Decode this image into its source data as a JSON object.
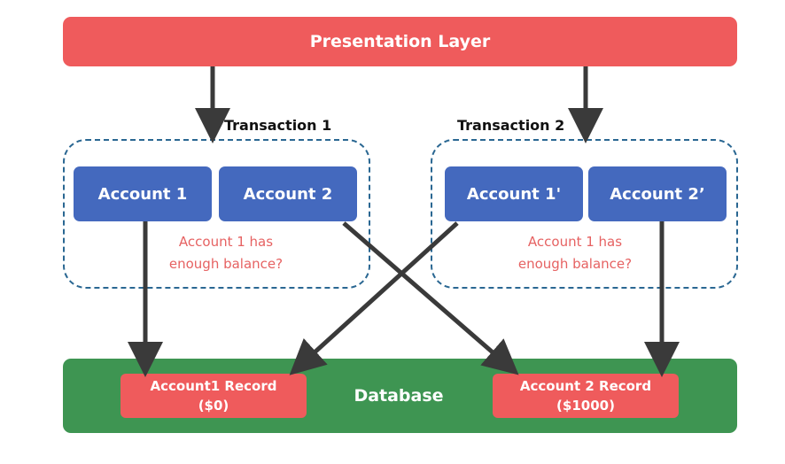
{
  "presentation_layer": {
    "label": "Presentation Layer",
    "color": "#ef5b5c"
  },
  "database": {
    "label": "Database",
    "color": "#3e9552"
  },
  "transactions": [
    {
      "title": "Transaction 1",
      "accounts": [
        "Account 1",
        "Account 2"
      ],
      "note_lines": [
        "Account 1 has",
        "enough balance?"
      ]
    },
    {
      "title": "Transaction 2",
      "accounts": [
        "Account 1'",
        "Account 2’"
      ],
      "note_lines": [
        "Account 1 has",
        "enough balance?"
      ]
    }
  ],
  "records": [
    {
      "name": "Account1 Record",
      "value": "($0)"
    },
    {
      "name": "Account 2 Record",
      "value": "($1000)"
    }
  ],
  "colors": {
    "account": "#4469be",
    "record": "#ef5b5c",
    "note": "#e66262",
    "group_border": "#2a6792",
    "arrow": "#3a3a3a"
  },
  "edges": [
    {
      "from": "presentation-layer",
      "to": "transaction-1"
    },
    {
      "from": "presentation-layer",
      "to": "transaction-2"
    },
    {
      "from": "account-1",
      "to": "account1-record"
    },
    {
      "from": "account-2",
      "to": "account2-record"
    },
    {
      "from": "account-1-prime",
      "to": "account1-record"
    },
    {
      "from": "account-2-prime",
      "to": "account2-record"
    }
  ]
}
